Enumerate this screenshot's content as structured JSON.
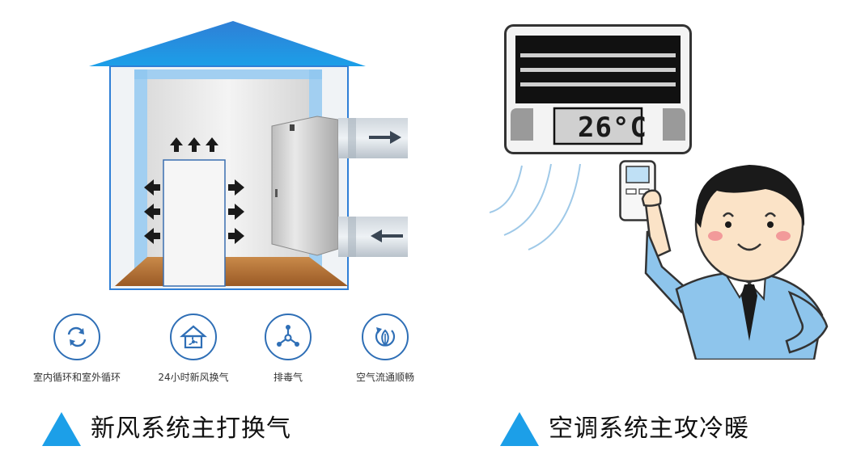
{
  "features": [
    {
      "label": "室内循环和室外循环",
      "icon": "cycle-icon"
    },
    {
      "label": "24小时新风换气",
      "icon": "house-fan-icon"
    },
    {
      "label": "排毒气",
      "icon": "detox-icon"
    },
    {
      "label": "空气流通顺畅",
      "icon": "airflow-icon"
    }
  ],
  "ac": {
    "temperature": "26°C"
  },
  "captions": {
    "left": "新风系统主打换气",
    "right": "空调系统主攻冷暖"
  },
  "colors": {
    "accent_blue": "#1c9fe8",
    "icon_blue": "#2f6fb6"
  }
}
